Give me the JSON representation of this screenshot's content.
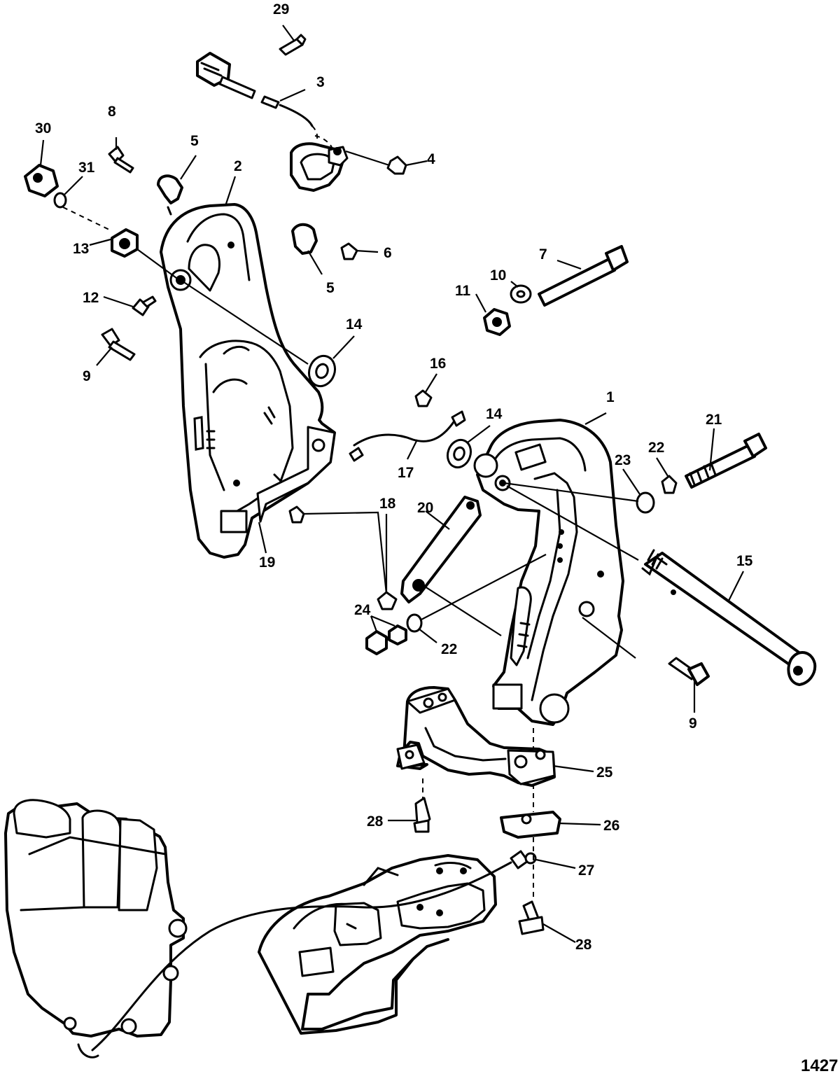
{
  "diagram": {
    "figure_number": "1427",
    "callouts": {
      "c1": "1",
      "c2": "2",
      "c3": "3",
      "c4": "4",
      "c5a": "5",
      "c5b": "5",
      "c6": "6",
      "c7": "7",
      "c8": "8",
      "c9a": "9",
      "c9b": "9",
      "c10": "10",
      "c11": "11",
      "c12": "12",
      "c13": "13",
      "c14a": "14",
      "c14b": "14",
      "c15": "15",
      "c16": "16",
      "c17": "17",
      "c18": "18",
      "c19": "19",
      "c20": "20",
      "c21": "21",
      "c22a": "22",
      "c22b": "22",
      "c23": "23",
      "c24": "24",
      "c25": "25",
      "c26": "26",
      "c27": "27",
      "c28a": "28",
      "c28b": "28",
      "c29": "29",
      "c30": "30",
      "c31": "31"
    }
  }
}
